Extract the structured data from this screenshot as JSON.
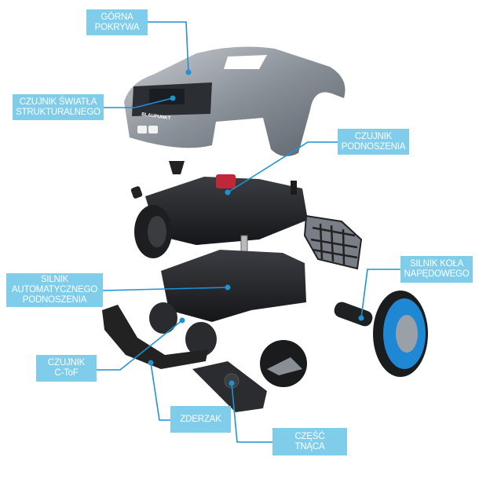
{
  "colors": {
    "label_bg": "#7fcdea",
    "leader_line": "#1e92d2",
    "label_text": "#ffffff"
  },
  "brand_logo": "BLAUPUNKT",
  "labels": [
    {
      "id": "top-cover",
      "lines": [
        "GÓRNA",
        "POKRYWA"
      ]
    },
    {
      "id": "structured-light-sensor",
      "lines": [
        "CZUJNIK ŚWIATŁA",
        "STRUKTURALNEGO"
      ]
    },
    {
      "id": "lift-sensor",
      "lines": [
        "CZUJNIK",
        "PODNOSZENIA"
      ]
    },
    {
      "id": "drive-wheel-motor",
      "lines": [
        "SILNIK KOŁA",
        "NAPĘDOWEGO"
      ]
    },
    {
      "id": "auto-lift-motor",
      "lines": [
        "SILNIK",
        "AUTOMATYCZNEGO",
        "PODNOSZENIA"
      ]
    },
    {
      "id": "ctof-sensor",
      "lines": [
        "CZUJNIK",
        "C-ToF"
      ]
    },
    {
      "id": "bumper",
      "lines": [
        "ZDERZAK"
      ]
    },
    {
      "id": "cutting-part",
      "lines": [
        "CZĘŚĆ",
        "TNĄCA"
      ]
    }
  ]
}
